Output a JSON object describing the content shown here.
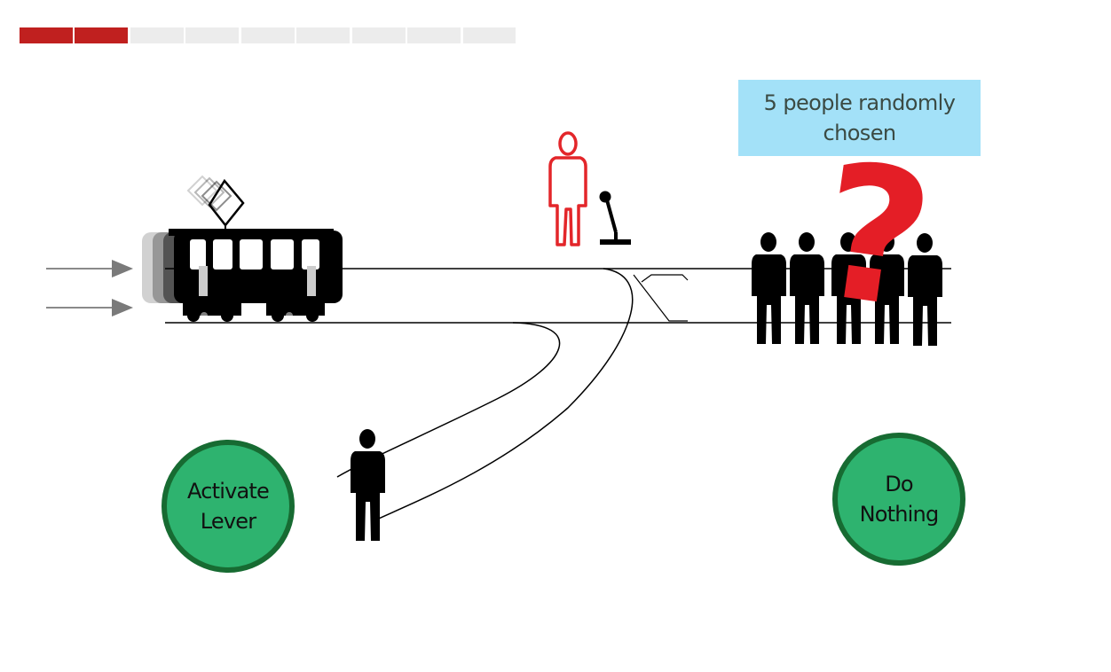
{
  "progress": {
    "total_steps": 9,
    "completed_steps": 2,
    "completed_color": "#c0201f",
    "remaining_color": "#ececec"
  },
  "scene": {
    "info_label": "5 people randomly chosen",
    "question_mark": "?"
  },
  "choices": {
    "activate_lever": "Activate\nLever",
    "do_nothing": "Do\nNothing"
  },
  "colors": {
    "button_fill": "#2eb36f",
    "button_border": "#176b32",
    "info_bg": "#a3e1f8",
    "operator": "#e3262a",
    "question": "#e41e26"
  },
  "icons": [
    "progress-bar",
    "tram-icon",
    "motion-arrow-icon",
    "operator-person-icon",
    "lever-icon",
    "track-switch-icon",
    "person-icon",
    "question-mark-icon"
  ]
}
